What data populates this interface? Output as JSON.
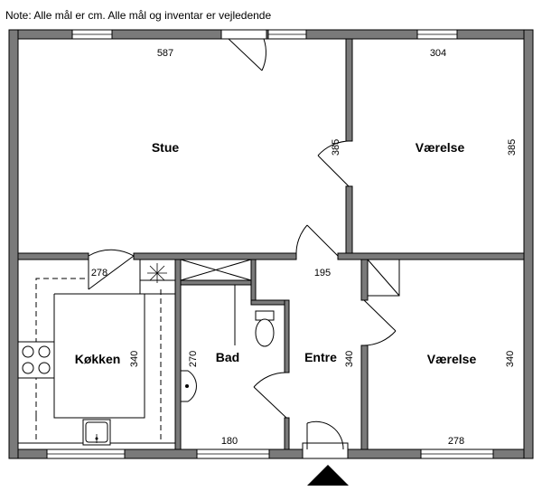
{
  "note": "Note: Alle mål er cm. Alle mål og inventar er vejledende",
  "rooms": {
    "stue": {
      "name": "Stue",
      "dim_top": "587"
    },
    "vaerelse_top": {
      "name": "Værelse",
      "dim_top": "304",
      "dim_right": "385",
      "dim_left": "385"
    },
    "kokken": {
      "name": "Køkken",
      "dim_top": "278",
      "dim_right": "340"
    },
    "bad": {
      "name": "Bad",
      "dim_left": "270",
      "dim_bottom": "180"
    },
    "entre": {
      "name": "Entre",
      "dim_top": "195",
      "dim_right": "340"
    },
    "vaerelse_bottom": {
      "name": "Værelse",
      "dim_right": "340",
      "dim_bottom": "278"
    }
  }
}
